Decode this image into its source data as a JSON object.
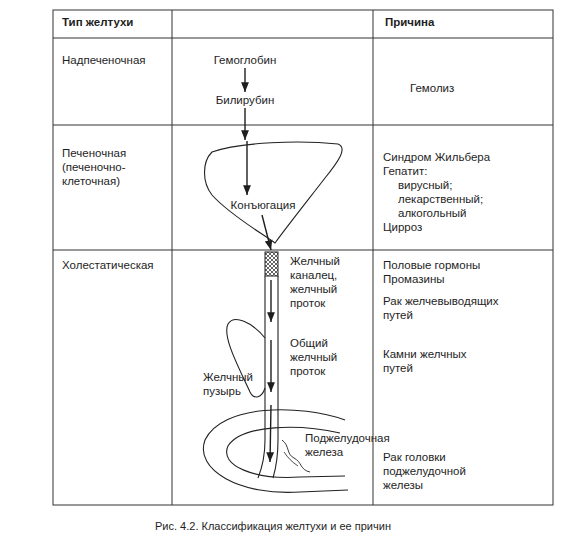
{
  "diagram": {
    "caption": "Рис. 4.2. Классификация желтухи и ее причин",
    "nodes": [
      {
        "text": [
          "Гемоглобин"
        ]
      },
      {
        "text": [
          "Билирубин"
        ]
      },
      {
        "text": [
          "Конъюгация"
        ]
      }
    ],
    "edges": [
      {
        "from": 0,
        "to": 1,
        "arrow": "to"
      },
      {
        "from": 1,
        "to": 2,
        "arrow": "to"
      }
    ],
    "labels": [
      "Тип желтухи",
      "Причина",
      "Надпеченочная",
      "Гемолиз",
      "Печеночная (печеночно-клеточная)",
      "Синдром Жильбера",
      "Гепатит:",
      "вирусный;",
      "лекарственный;",
      "алкогольный",
      "Цирроз",
      "Холестатическая",
      "Желчный каналец, желчный проток",
      "Общий желчный проток",
      "Желчный пузырь",
      "Поджелудочная железа",
      "Половые гормоны Промазины",
      "Рак желчевыводящих путей",
      "Камни желчных путей",
      "Рак головки поджелудочной железы"
    ]
  }
}
